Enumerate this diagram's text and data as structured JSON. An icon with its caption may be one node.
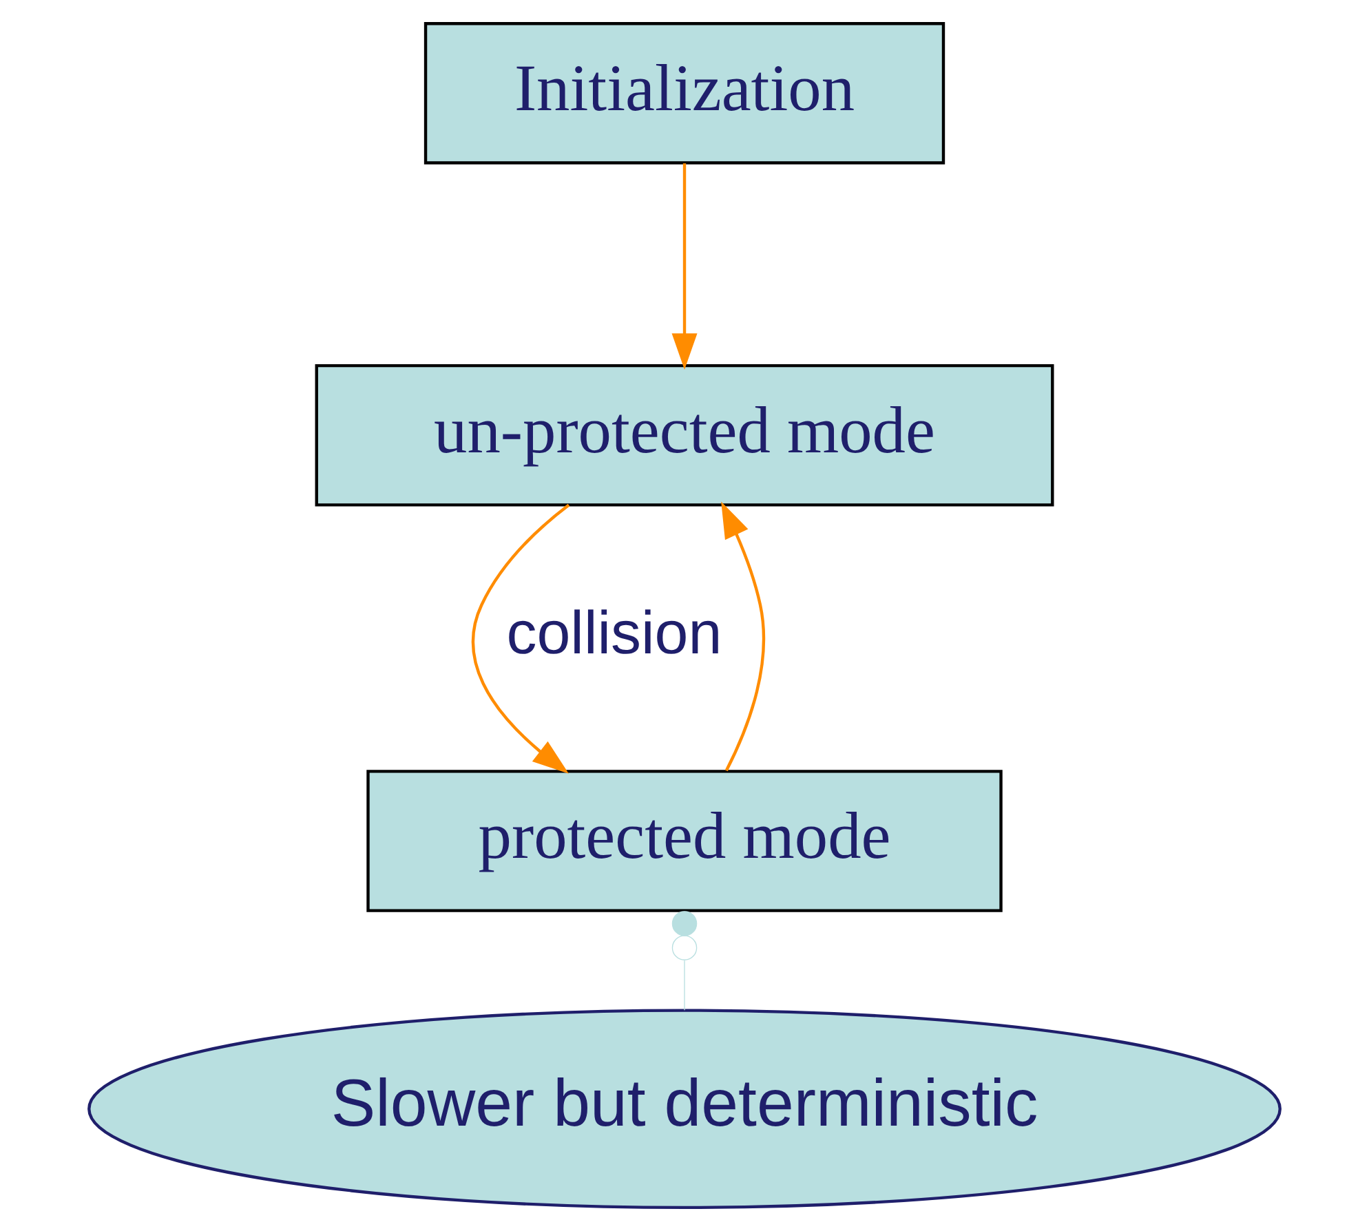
{
  "diagram": {
    "nodes": [
      {
        "text": [
          "Initialization"
        ]
      },
      {
        "text": [
          "un-protected mode"
        ]
      },
      {
        "text": [
          "protected mode"
        ]
      },
      {
        "text": [
          "Slower but deterministic"
        ]
      }
    ],
    "edges": [
      {
        "from": 0,
        "to": 1,
        "arrow": "to"
      },
      {
        "from": 1,
        "to": 2,
        "arrow": "to",
        "label": "collision"
      },
      {
        "from": 2,
        "to": 1,
        "arrow": "to"
      },
      {
        "from": 3,
        "to": 2,
        "arrow": "other",
        "color": "#b8dfe0"
      }
    ]
  }
}
